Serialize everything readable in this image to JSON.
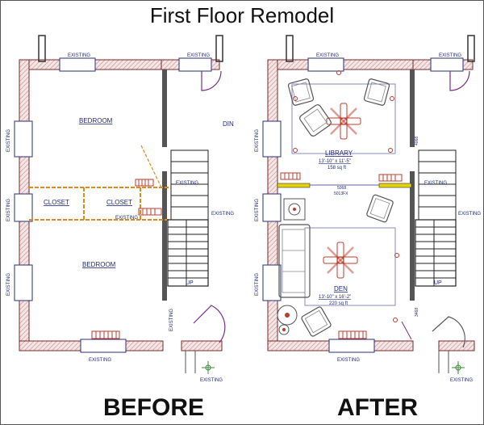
{
  "title": "First Floor Remodel",
  "captions": {
    "before": "BEFORE",
    "after": "AFTER"
  },
  "labels": {
    "existing": "EXISTING",
    "up": "UP",
    "din": "DIN",
    "bedroom": "BEDROOM",
    "closet": "CLOSET",
    "library": "LIBRARY",
    "library_dims": "13'-10\" x 11'-5\"",
    "library_area": "158 sq ft",
    "den": "DEN",
    "den_dims": "13'-10\" x 16'-2\"",
    "den_area": "220 sq ft",
    "code_top": "5068",
    "code_bottom": "5013FX",
    "code_side_top": "4068",
    "code_side_bottom": "3468"
  },
  "colors": {
    "wall": "#7a2a2a",
    "hatch": "#c98a8a",
    "line": "#2a2f7a",
    "furniture": "#c0392b",
    "closet": "#e08a1e",
    "beam": "#e6d20a",
    "door": "#7b2d8b"
  }
}
